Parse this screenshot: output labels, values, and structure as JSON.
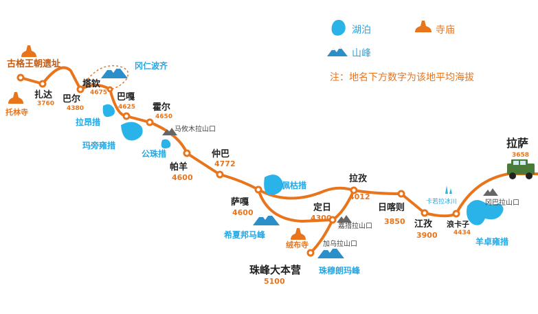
{
  "legend": {
    "lake_label": "湖泊",
    "temple_label": "寺庙",
    "peak_label": "山峰",
    "note": "注：地名下方数字为该地平均海拔"
  },
  "colors": {
    "route": "#e8741c",
    "lake": "#29b3e8",
    "temple": "#e8741c",
    "mountain": "#2c8fc9",
    "label_blue": "#29a6e0"
  },
  "places": [
    {
      "id": "guge",
      "name": "古格王朝遗址"
    },
    {
      "id": "zhada",
      "name": "扎达",
      "elevation": "3760"
    },
    {
      "id": "baer",
      "name": "巴尔",
      "elevation": "4380"
    },
    {
      "id": "taqin",
      "name": "塔钦",
      "elevation": "4675"
    },
    {
      "id": "baga",
      "name": "巴嘎",
      "elevation": "4625"
    },
    {
      "id": "huoer",
      "name": "霍尔",
      "elevation": "4650"
    },
    {
      "id": "zhongba",
      "name": "仲巴",
      "elevation": "4772"
    },
    {
      "id": "payang",
      "name": "帕羊",
      "elevation": "4600"
    },
    {
      "id": "saga",
      "name": "萨嘎",
      "elevation": "4600"
    },
    {
      "id": "lazi",
      "name": "拉孜",
      "elevation": "4012"
    },
    {
      "id": "dingri",
      "name": "定日",
      "elevation": "4300"
    },
    {
      "id": "shigatse",
      "name": "日喀则",
      "elevation": "3850"
    },
    {
      "id": "gyantse",
      "name": "江孜",
      "elevation": "3900"
    },
    {
      "id": "langkazi",
      "name": "浪卡子",
      "elevation": "4434"
    },
    {
      "id": "lhasa",
      "name": "拉萨",
      "elevation": "3658"
    },
    {
      "id": "ebc",
      "name": "珠峰大本营",
      "elevation": "5100"
    }
  ],
  "temples": [
    {
      "id": "tuolin",
      "name": "托林寺"
    },
    {
      "id": "rongbuk",
      "name": "绒布寺"
    }
  ],
  "lakes": [
    {
      "id": "laang",
      "name": "拉昂措"
    },
    {
      "id": "mapang",
      "name": "玛旁雍措"
    },
    {
      "id": "gongzhu",
      "name": "公珠措"
    },
    {
      "id": "peiku",
      "name": "佩枯措"
    },
    {
      "id": "yamdrok",
      "name": "羊卓雍措"
    }
  ],
  "peaks": [
    {
      "id": "kailash",
      "name": "冈仁波齐"
    },
    {
      "id": "shishapangma",
      "name": "希夏邦马峰"
    },
    {
      "id": "everest",
      "name": "珠穆朗玛峰"
    }
  ],
  "passes": [
    {
      "id": "mayoumu",
      "name": "马攸木拉山口"
    },
    {
      "id": "jiacuo",
      "name": "嘉措拉山口"
    },
    {
      "id": "jiawula",
      "name": "加乌拉山口"
    },
    {
      "id": "gambala",
      "name": "冈巴拉山口"
    },
    {
      "id": "karola",
      "name": "卡若拉冰川"
    }
  ]
}
